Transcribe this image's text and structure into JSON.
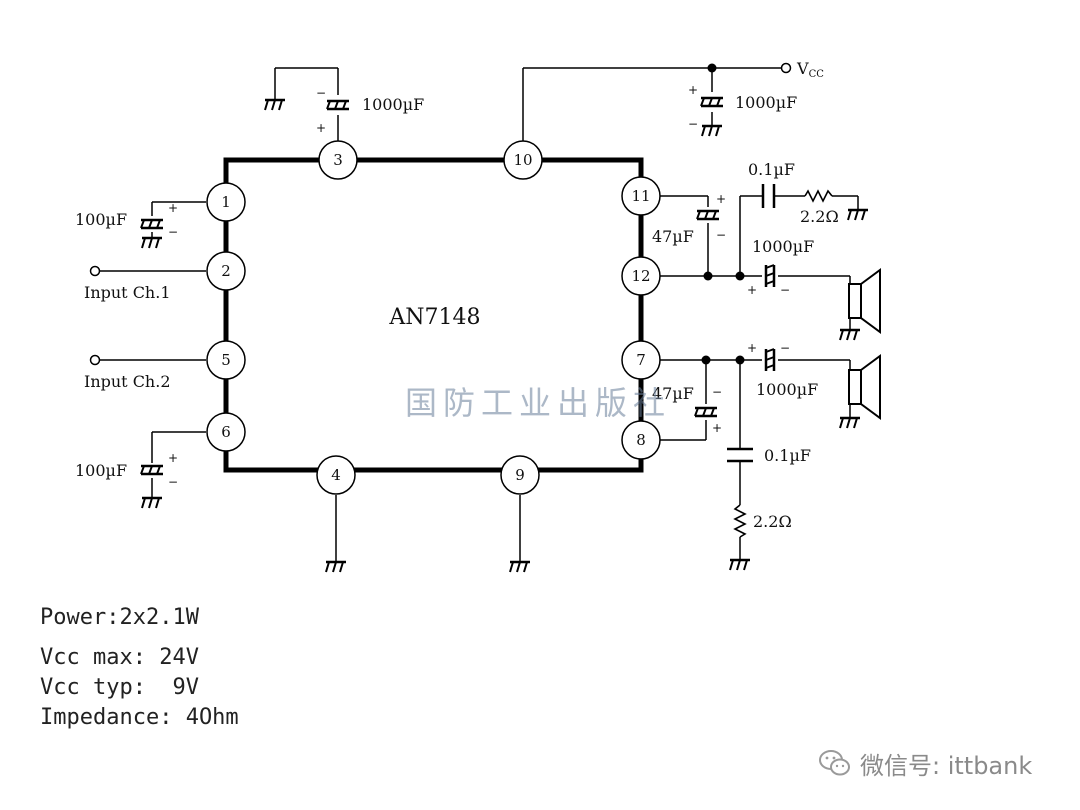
{
  "chip": {
    "name": "AN7148"
  },
  "pins": [
    "1",
    "2",
    "3",
    "4",
    "5",
    "6",
    "7",
    "8",
    "9",
    "10",
    "11",
    "12"
  ],
  "vcc": {
    "label": "V",
    "sub": "CC"
  },
  "components": {
    "c_pin3": "1000µF",
    "c_vcc": "1000µF",
    "c_pin1": "100µF",
    "c_pin6": "100µF",
    "c_11_12": "47µF",
    "c_8_7": "47µF",
    "c_top_rc": "0.1µF",
    "r_top_rc": "2.2Ω",
    "c_out1": "1000µF",
    "c_out2": "1000µF",
    "c_bot_rc": "0.1µF",
    "r_bot_rc": "2.2Ω"
  },
  "inputs": {
    "ch1": "Input Ch.1",
    "ch2": "Input Ch.2"
  },
  "polarity": {
    "plus": "+",
    "minus": "−"
  },
  "watermark": "国防工业出版社",
  "specs": [
    "Power:2x2.1W",
    "Vcc max: 24V",
    "Vcc typ:  9V",
    "Impedance: 4Ohm"
  ],
  "footer": {
    "text": "微信号: ittbank",
    "icon": "wechat-icon"
  }
}
